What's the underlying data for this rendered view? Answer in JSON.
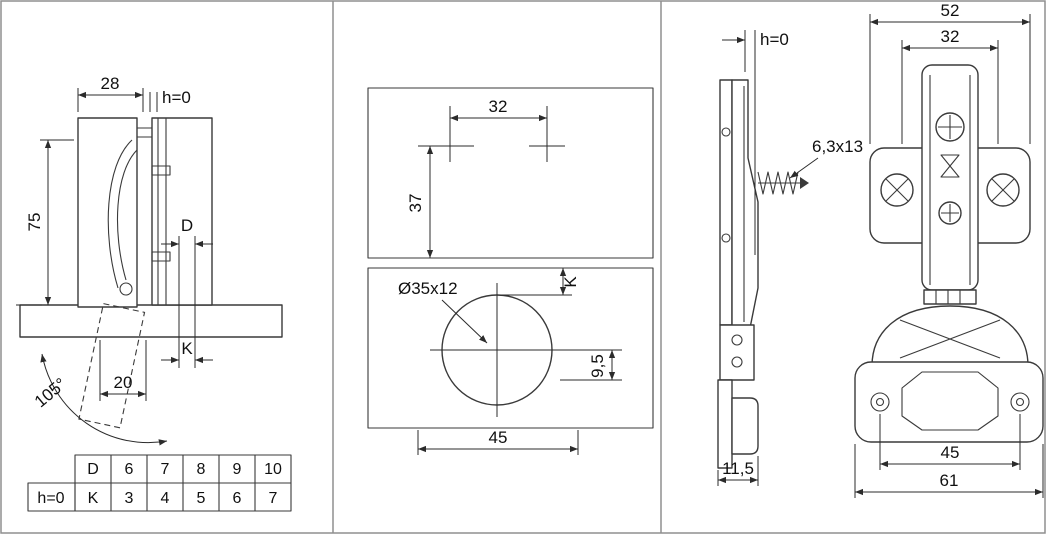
{
  "left_view": {
    "dim_28": "28",
    "dim_h0": "h=0",
    "dim_75": "75",
    "dim_D": "D",
    "dim_K": "K",
    "dim_20": "20",
    "dim_angle": "105°",
    "table": {
      "h0_label": "h=0",
      "row_d": {
        "label": "D",
        "values": [
          "6",
          "7",
          "8",
          "9",
          "10"
        ]
      },
      "row_k": {
        "label": "K",
        "values": [
          "3",
          "4",
          "5",
          "6",
          "7"
        ]
      }
    }
  },
  "drilling_view": {
    "dim_32": "32",
    "dim_37": "37",
    "dim_cup": "Ø35x12",
    "dim_K": "K",
    "dim_9_5": "9,5",
    "dim_45": "45"
  },
  "side_view": {
    "dim_h0": "h=0",
    "dim_screw": "6,3x13",
    "dim_11_5": "11,5"
  },
  "front_view": {
    "dim_52": "52",
    "dim_32": "32",
    "dim_45": "45",
    "dim_61": "61"
  }
}
